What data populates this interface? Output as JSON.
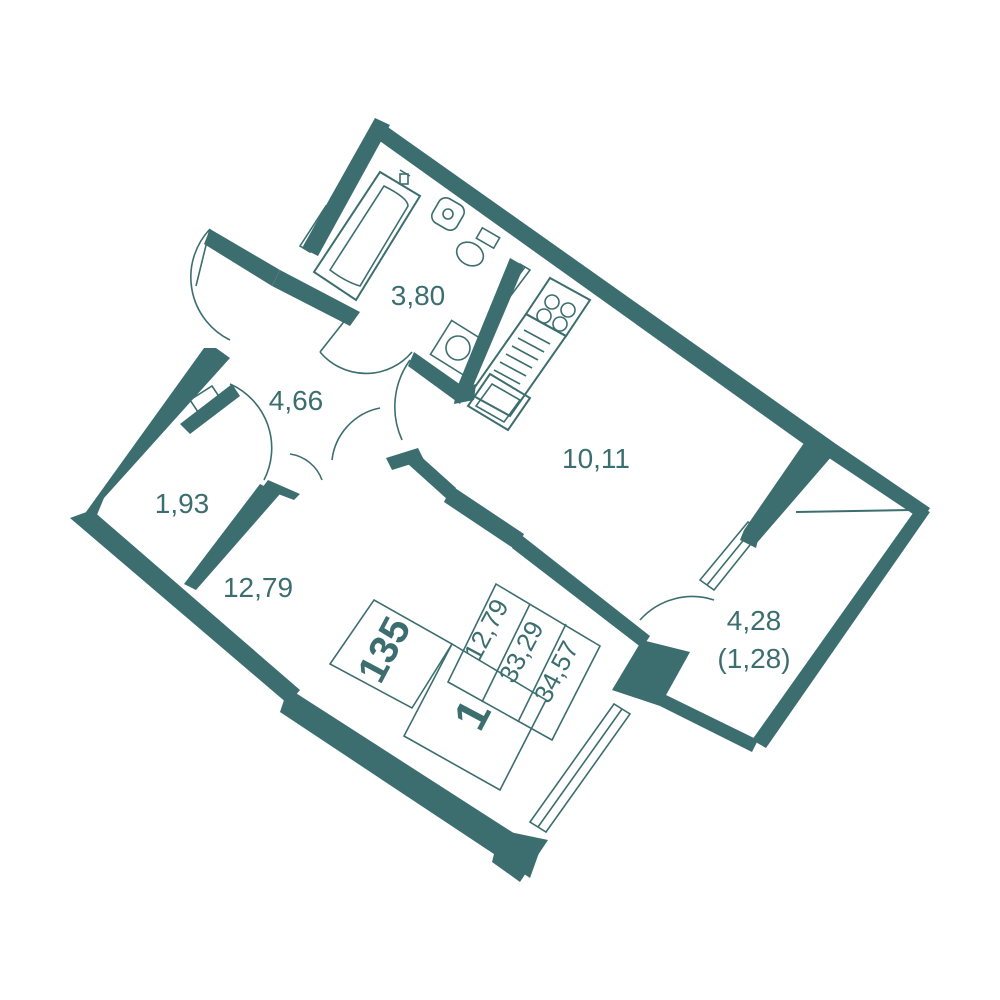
{
  "colors": {
    "wall": "#3d6e6f",
    "background": "#ffffff"
  },
  "rooms": {
    "bathroom": "3,80",
    "hallway": "4,66",
    "kitchen": "10,11",
    "storage": "1,93",
    "living": "12,79",
    "balcony": "4,28",
    "balcony_reduced": "(1,28)"
  },
  "summary": {
    "apartment_number": "135",
    "room_count": "1",
    "living_area": "12,79",
    "total_area_no_balcony": "33,29",
    "total_area": "34,57"
  },
  "icons": [
    "bathtub-icon",
    "washbasin-icon",
    "toilet-icon",
    "washing-machine-icon",
    "stove-icon",
    "kitchen-counter-icon",
    "sink-icon",
    "door-swing-icon",
    "window-icon"
  ]
}
